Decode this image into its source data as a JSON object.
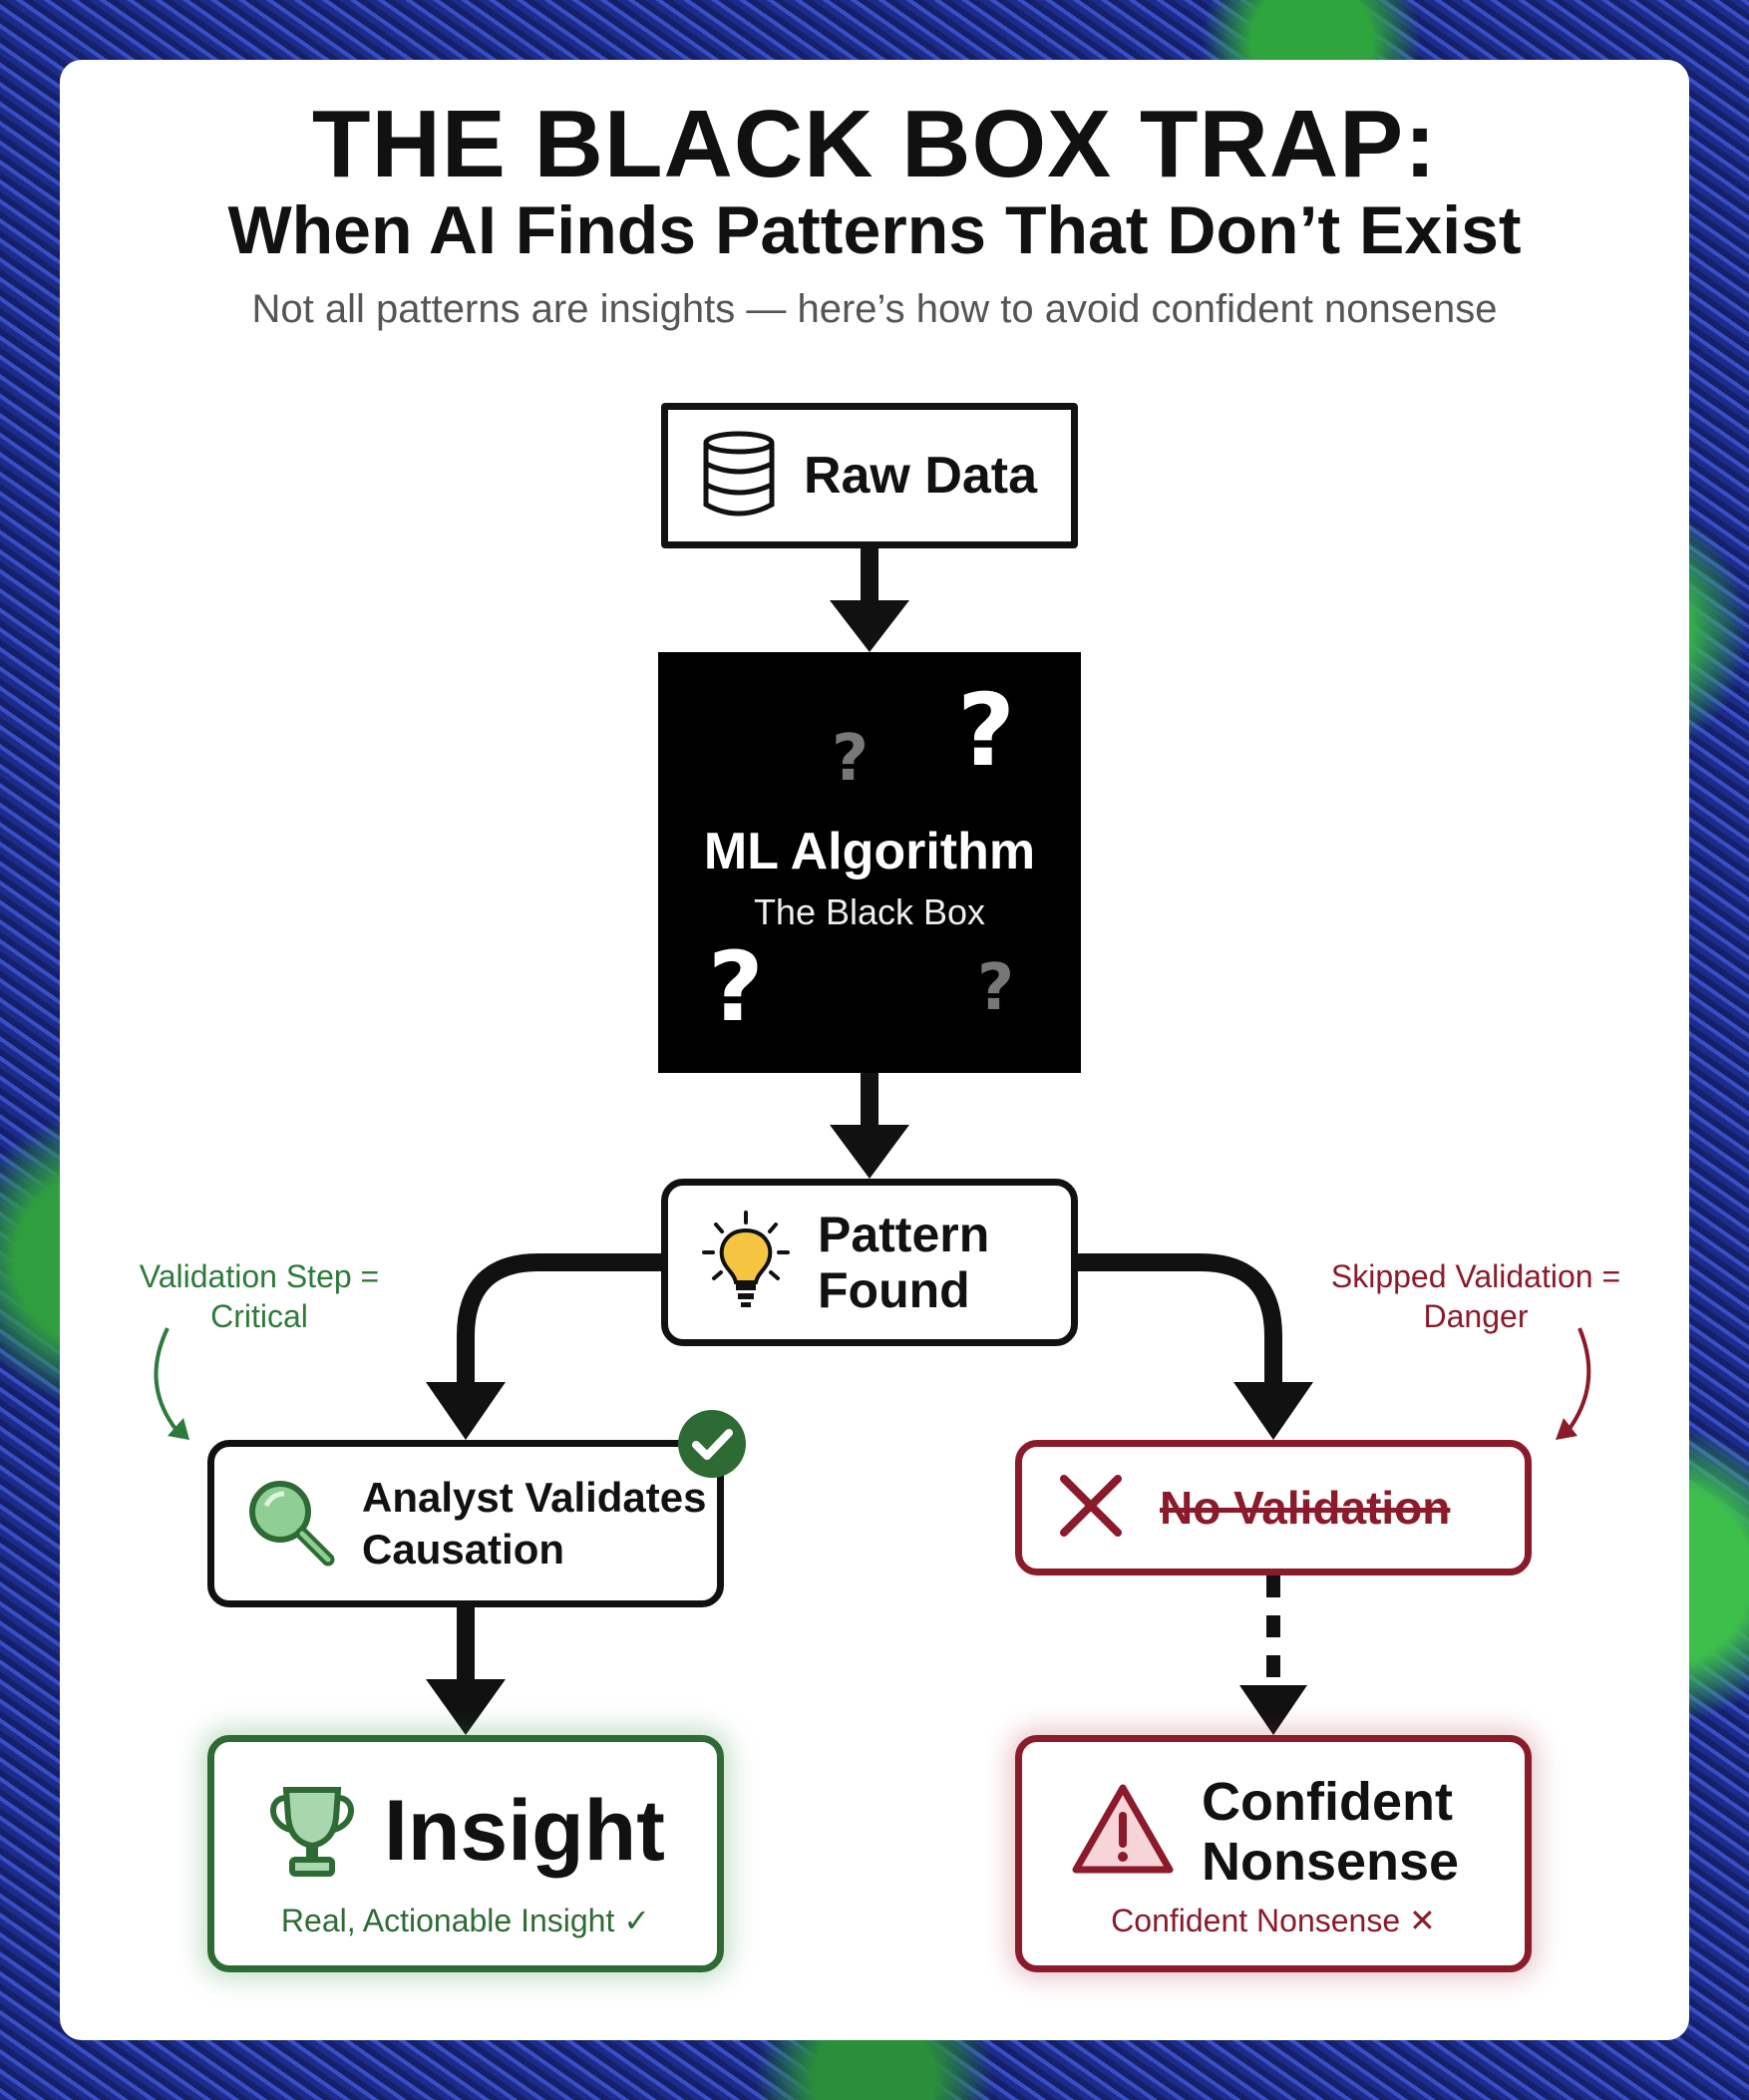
{
  "header": {
    "title": "THE BLACK BOX TRAP:",
    "subtitle": "When AI Finds Patterns That Don’t Exist",
    "tagline": "Not all patterns are insights — here’s how to avoid confident nonsense"
  },
  "nodes": {
    "raw_data": {
      "label": "Raw Data",
      "icon": "database-icon"
    },
    "ml_algorithm": {
      "title": "ML Algorithm",
      "subtitle": "The Black Box",
      "marks": [
        "?",
        "?",
        "?",
        "?"
      ]
    },
    "pattern_found": {
      "label": "Pattern Found",
      "icon": "lightbulb-icon"
    },
    "analyst_validates": {
      "label": "Analyst Validates Causation",
      "icon": "magnifier-icon",
      "badge_icon": "check-badge-icon"
    },
    "no_validation": {
      "label": "No Validation",
      "icon": "x-icon"
    },
    "insight": {
      "label": "Insight",
      "caption": "Real, Actionable Insight ✓",
      "icon": "trophy-icon"
    },
    "confident_nonsense": {
      "label": "Confident Nonsense",
      "caption": "Confident Nonsense ✕",
      "icon": "warning-icon"
    }
  },
  "notes": {
    "left": "Validation Step = Critical",
    "right": "Skipped Validation = Danger"
  },
  "colors": {
    "ink": "#111111",
    "good": "#2e6b34",
    "bad": "#8b1a2a",
    "highlight": "#f5c542"
  }
}
